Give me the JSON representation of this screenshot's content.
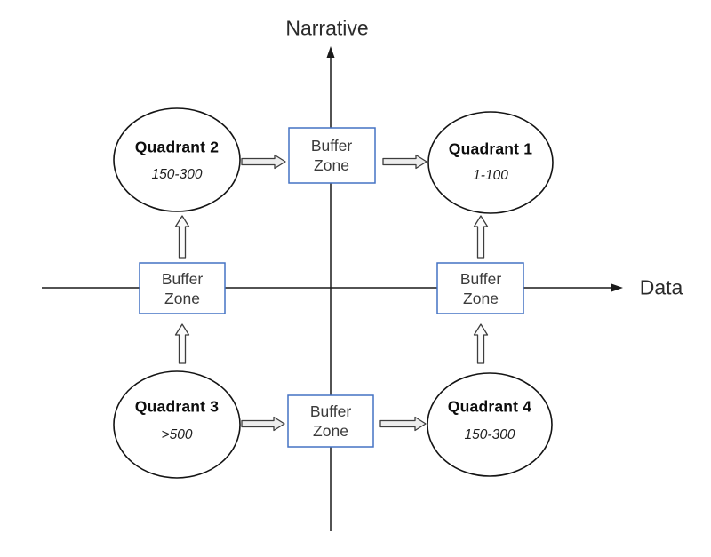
{
  "axes": {
    "y_label": "Narrative",
    "x_label": "Data"
  },
  "quadrants": [
    {
      "name": "Quadrant 2",
      "value": "150-300",
      "position": "top-left"
    },
    {
      "name": "Quadrant 1",
      "value": "1-100",
      "position": "top-right"
    },
    {
      "name": "Quadrant 3",
      "value": ">500",
      "position": "bottom-left"
    },
    {
      "name": "Quadrant 4",
      "value": "150-300",
      "position": "bottom-right"
    }
  ],
  "buffer_zones": [
    {
      "position": "top",
      "lines": [
        "Buffer",
        "Zone"
      ]
    },
    {
      "position": "left",
      "lines": [
        "Buffer",
        "Zone"
      ]
    },
    {
      "position": "right",
      "lines": [
        "Buffer",
        "Zone"
      ]
    },
    {
      "position": "bottom",
      "lines": [
        "Buffer",
        "Zone"
      ]
    }
  ],
  "colors": {
    "buffer_border": "#4472C4",
    "shape_stroke": "#1a1a1a",
    "arrow_fill": "#ededed",
    "text": "#333333"
  }
}
